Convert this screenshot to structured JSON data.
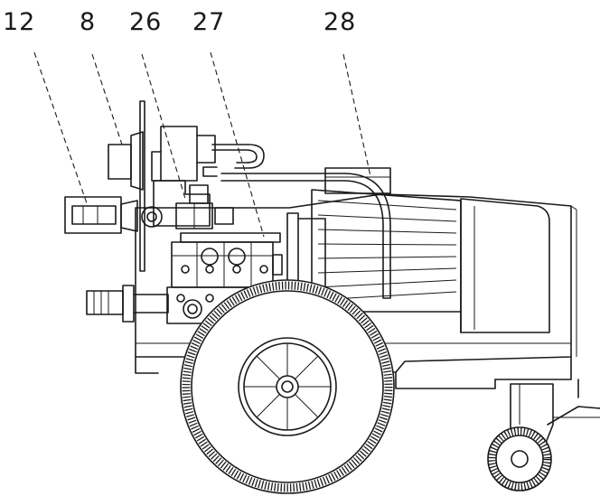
{
  "callouts": [
    {
      "id": "12",
      "text": "12"
    },
    {
      "id": "8",
      "text": "8"
    },
    {
      "id": "26",
      "text": "26"
    },
    {
      "id": "27",
      "text": "27"
    },
    {
      "id": "28",
      "text": "28"
    }
  ]
}
